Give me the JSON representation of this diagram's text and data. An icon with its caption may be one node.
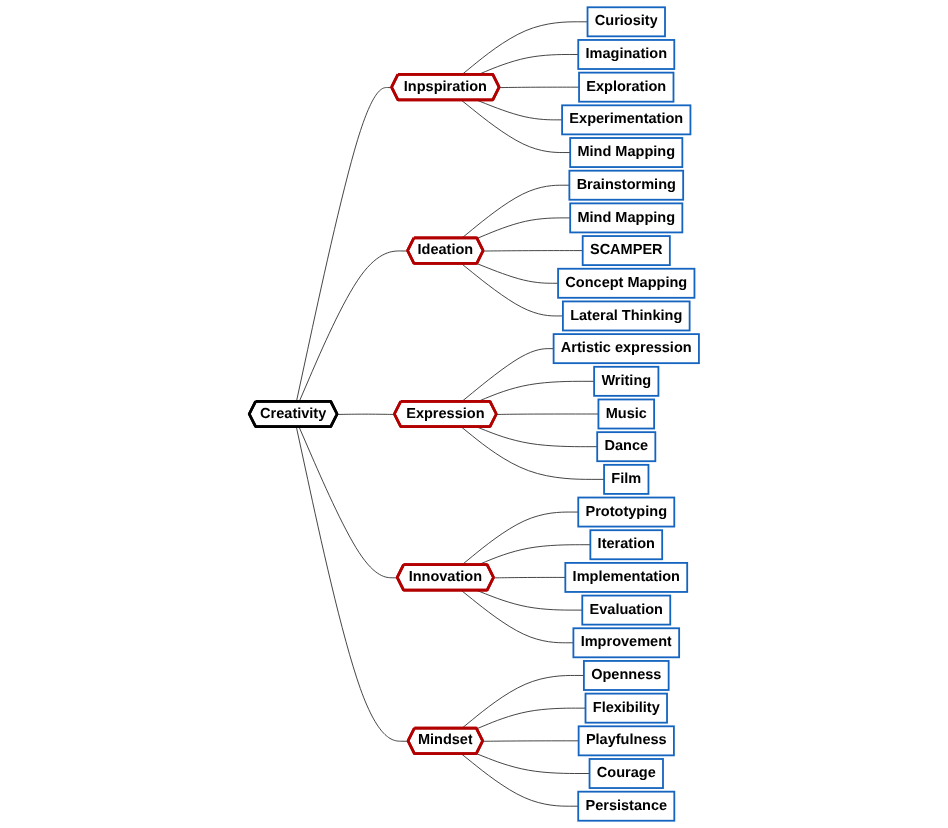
{
  "diagram": {
    "nodes": [
      {
        "text": [
          "Creativity"
        ]
      },
      {
        "text": [
          "Inpspiration"
        ]
      },
      {
        "text": [
          "Curiosity"
        ]
      },
      {
        "text": [
          "Imagination"
        ]
      },
      {
        "text": [
          "Exploration"
        ]
      },
      {
        "text": [
          "Experimentation"
        ]
      },
      {
        "text": [
          "Mind Mapping"
        ]
      },
      {
        "text": [
          "Ideation"
        ]
      },
      {
        "text": [
          "Brainstorming"
        ]
      },
      {
        "text": [
          "Mind Mapping"
        ]
      },
      {
        "text": [
          "SCAMPER"
        ]
      },
      {
        "text": [
          "Concept Mapping"
        ]
      },
      {
        "text": [
          "Lateral Thinking"
        ]
      },
      {
        "text": [
          "Expression"
        ]
      },
      {
        "text": [
          "Artistic expression"
        ]
      },
      {
        "text": [
          "Writing"
        ]
      },
      {
        "text": [
          "Music"
        ]
      },
      {
        "text": [
          "Dance"
        ]
      },
      {
        "text": [
          "Film"
        ]
      },
      {
        "text": [
          "Innovation"
        ]
      },
      {
        "text": [
          "Prototyping"
        ]
      },
      {
        "text": [
          "Iteration"
        ]
      },
      {
        "text": [
          "Implementation"
        ]
      },
      {
        "text": [
          "Evaluation"
        ]
      },
      {
        "text": [
          "Improvement"
        ]
      },
      {
        "text": [
          "Mindset"
        ]
      },
      {
        "text": [
          "Openness"
        ]
      },
      {
        "text": [
          "Flexibility"
        ]
      },
      {
        "text": [
          "Playfulness"
        ]
      },
      {
        "text": [
          "Courage"
        ]
      },
      {
        "text": [
          "Persistance"
        ]
      }
    ],
    "edges": [
      {
        "from": 0,
        "to": 1,
        "arrow": "none"
      },
      {
        "from": 1,
        "to": 2,
        "arrow": "none"
      },
      {
        "from": 1,
        "to": 3,
        "arrow": "none"
      },
      {
        "from": 1,
        "to": 4,
        "arrow": "none"
      },
      {
        "from": 1,
        "to": 5,
        "arrow": "none"
      },
      {
        "from": 1,
        "to": 6,
        "arrow": "none"
      },
      {
        "from": 0,
        "to": 7,
        "arrow": "none"
      },
      {
        "from": 7,
        "to": 8,
        "arrow": "none"
      },
      {
        "from": 7,
        "to": 9,
        "arrow": "none"
      },
      {
        "from": 7,
        "to": 10,
        "arrow": "none"
      },
      {
        "from": 7,
        "to": 11,
        "arrow": "none"
      },
      {
        "from": 7,
        "to": 12,
        "arrow": "none"
      },
      {
        "from": 0,
        "to": 13,
        "arrow": "none"
      },
      {
        "from": 13,
        "to": 14,
        "arrow": "none"
      },
      {
        "from": 13,
        "to": 15,
        "arrow": "none"
      },
      {
        "from": 13,
        "to": 16,
        "arrow": "none"
      },
      {
        "from": 13,
        "to": 17,
        "arrow": "none"
      },
      {
        "from": 13,
        "to": 18,
        "arrow": "none"
      },
      {
        "from": 0,
        "to": 19,
        "arrow": "none"
      },
      {
        "from": 19,
        "to": 20,
        "arrow": "none"
      },
      {
        "from": 19,
        "to": 21,
        "arrow": "none"
      },
      {
        "from": 19,
        "to": 22,
        "arrow": "none"
      },
      {
        "from": 19,
        "to": 23,
        "arrow": "none"
      },
      {
        "from": 19,
        "to": 24,
        "arrow": "none"
      },
      {
        "from": 0,
        "to": 25,
        "arrow": "none"
      },
      {
        "from": 25,
        "to": 26,
        "arrow": "none"
      },
      {
        "from": 25,
        "to": 27,
        "arrow": "none"
      },
      {
        "from": 25,
        "to": 28,
        "arrow": "none"
      },
      {
        "from": 25,
        "to": 29,
        "arrow": "none"
      },
      {
        "from": 25,
        "to": 30,
        "arrow": "none"
      }
    ]
  }
}
